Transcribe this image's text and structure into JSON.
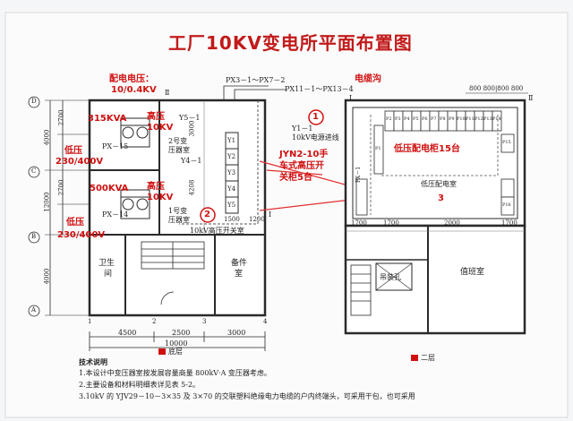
{
  "title": "工厂10KV变电所平面布置图",
  "left_plan": {
    "annotations": {
      "power_voltage": "配电电压：",
      "power_voltage_value": "10/0.4KV",
      "transformer1_kva": "315KVA",
      "transformer1_hv_a": "高压",
      "transformer1_hv_b": "10KV",
      "transformer1_lv_a": "低压",
      "transformer1_lv_b": "230/400V",
      "transformer2_kva": "500KVA",
      "transformer2_hv_a": "高压",
      "transformer2_hv_b": "10KV",
      "transformer2_lv_a": "低压",
      "transformer2_lv_b": "230/400V",
      "cable_trench": "电缆沟",
      "switchgear_a": "JYN2-10手",
      "switchgear_b": "车式高压开",
      "switchgear_c": "关柜5台"
    },
    "labels": {
      "px3": "PX3－1～PX7－2",
      "px11": "PX11－1～PX13－4",
      "y1": "Y1－1",
      "incoming": "10kV电源进线",
      "y5": "Y5－1",
      "y4": "Y4－1",
      "px15": "PX－15",
      "px14": "PX－14",
      "t2_room_a": "2号变",
      "t2_room_b": "压器室",
      "t1_room_a": "1号变",
      "t1_room_b": "压器室",
      "hv_room": "10kV高压开关室",
      "restroom_a": "卫生",
      "restroom_b": "间",
      "spare_a": "备件",
      "spare_b": "室",
      "cab_y1": "Y1",
      "cab_y2": "Y2",
      "cab_y3": "Y3",
      "cab_y4": "Y4",
      "cab_y5": "Y5",
      "ii": "Ⅱ",
      "i": "Ⅰ",
      "floor_label": "底层"
    },
    "dims": {
      "d4000a": "4000",
      "d12000": "12000",
      "d4000b": "4000",
      "d2700a": "2700",
      "d2700b": "2700",
      "d3000": "3000",
      "d4208": "4208",
      "d1500": "1500",
      "d1200": "1200",
      "d4500": "4500",
      "d2500": "2500",
      "d3000b": "3000",
      "d10000": "10000"
    },
    "axes": {
      "a_d": "D",
      "a_c": "C",
      "a_b": "B",
      "a_a": "A",
      "a_1": "1",
      "a_2": "2",
      "a_3": "3",
      "a_4": "4"
    },
    "circle1": "1",
    "circle2": "2"
  },
  "right_plan": {
    "annotations": {
      "lv_cabinets": "低压配电柜15台"
    },
    "labels": {
      "p1": "P1",
      "p2": "P2",
      "p3": "P3",
      "p4": "P4",
      "p5": "P5",
      "p6": "P6",
      "p7": "P7",
      "p8": "P8",
      "p9": "P9",
      "p10": "P10",
      "p11": "P11",
      "p12": "P12",
      "p13": "P13",
      "p14": "P14",
      "p15": "P15",
      "p16": "P16",
      "px1": "PX－1",
      "lv_room": "低压配电室",
      "hoist": "吊装孔",
      "duty": "值班室",
      "i": "Ⅰ",
      "ii": "Ⅱ",
      "floor_label": "二层"
    },
    "dims": {
      "top_dims": "800 800|800 800",
      "d1700": "1700",
      "d1700b": "1700",
      "d2000": "2000",
      "d1700c": "1700"
    },
    "circle3": "3"
  },
  "notes": {
    "heading": "技术说明",
    "n1": "1.本设计中变压器室按发展容量商量 800kV·A 变压器考虑。",
    "n2": "2.主要设备和材料明细表详见表 5-2。",
    "n3": "3.10kV 的 YJV29－10－3×35 及 3×70 的交联塑料绝缘电力电缆的户内终端头，可采用干包，也可采用"
  },
  "colors": {
    "red": "#d01010",
    "title_red": "#c21a1a",
    "line": "#2a2a2a",
    "room_fill": "#ffffff",
    "cable_red": "#e03030"
  }
}
